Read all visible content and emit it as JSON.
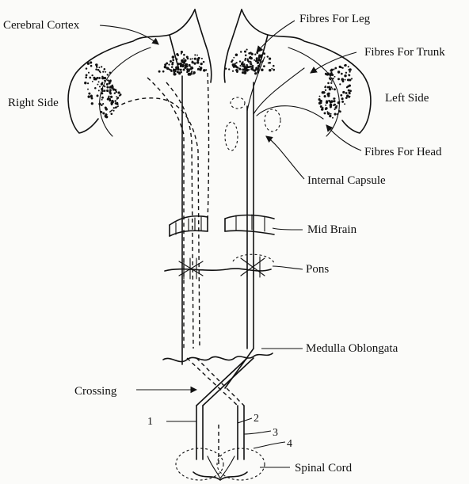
{
  "labels": {
    "cerebral_cortex": "Cerebral Cortex",
    "fibres_leg": "Fibres For Leg",
    "fibres_trunk": "Fibres For Trunk",
    "right_side": "Right Side",
    "left_side": "Left Side",
    "fibres_head": "Fibres For Head",
    "internal_capsule": "Internal Capsule",
    "mid_brain": "Mid Brain",
    "pons": "Pons",
    "medulla": "Medulla Oblongata",
    "crossing": "Crossing",
    "spinal_cord": "Spinal Cord"
  },
  "numbers": {
    "n1": "1",
    "n2": "2",
    "n3": "3",
    "n4": "4"
  }
}
